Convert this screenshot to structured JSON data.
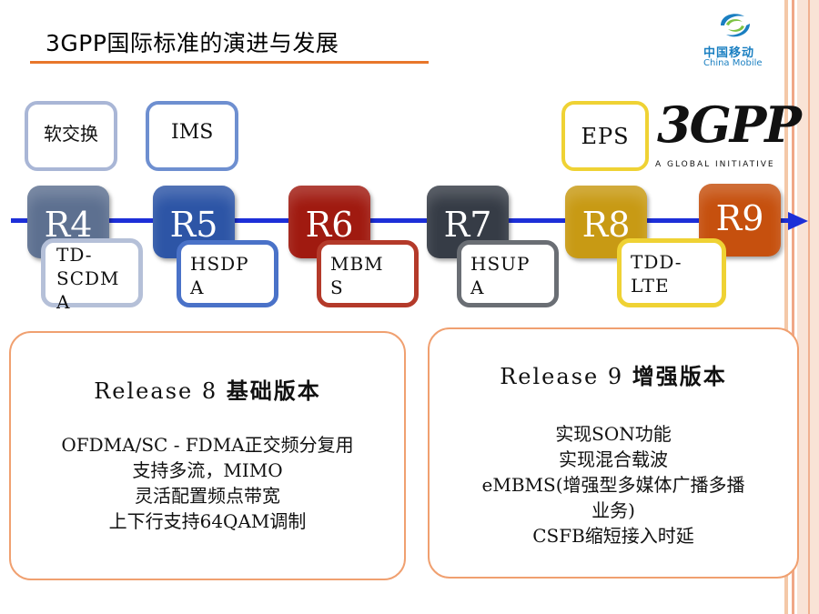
{
  "title": "3GPP国际标准的演进与发展",
  "logo": {
    "cn": "中国移动",
    "en": "China Mobile"
  },
  "gpp_logo": {
    "mark": "3GPP",
    "tagline": "A GLOBAL INITIATIVE"
  },
  "top_features": [
    {
      "label": "软交换",
      "color": "#a9b6d6"
    },
    {
      "label": "IMS",
      "color": "#6e8fd0"
    },
    {
      "label": "EPS",
      "color": "#efd234"
    }
  ],
  "releases": [
    {
      "label": "R4",
      "color": "#5d7090"
    },
    {
      "label": "R5",
      "color": "#2d55a6"
    },
    {
      "label": "R6",
      "color": "#a01a10"
    },
    {
      "label": "R7",
      "color": "#363c46"
    },
    {
      "label": "R8",
      "color": "#c89a14"
    },
    {
      "label": "R9",
      "color": "#c6500e"
    }
  ],
  "sub_features": [
    {
      "lines": [
        "TD-",
        "SCDM",
        "A"
      ],
      "color": "#b5c0d8"
    },
    {
      "lines": [
        "HSDP",
        "A"
      ],
      "color": "#4a72c8"
    },
    {
      "lines": [
        "MBM",
        "S"
      ],
      "color": "#b43a2a"
    },
    {
      "lines": [
        "HSUP",
        "A"
      ],
      "color": "#6a6e74"
    },
    {
      "lines": [
        "TDD-",
        "LTE"
      ],
      "color": "#efd234"
    }
  ],
  "release8": {
    "heading_prefix": "Release 8",
    "heading_bold": "基础版本",
    "lines": [
      "OFDMA/SC - FDMA正交频分复用",
      "支持多流，MIMO",
      "灵活配置频点带宽",
      "上下行支持64QAM调制"
    ]
  },
  "release9": {
    "heading_prefix": "Release 9",
    "heading_bold": "增强版本",
    "lines": [
      "实现SON功能",
      "实现混合载波",
      "eMBMS(增强型多媒体广播多播",
      "业务)",
      "CSFB缩短接入时延"
    ]
  },
  "colors": {
    "accent": "#e8762a",
    "timeline": "#1d2fd8",
    "panel_border": "#f0a070"
  }
}
